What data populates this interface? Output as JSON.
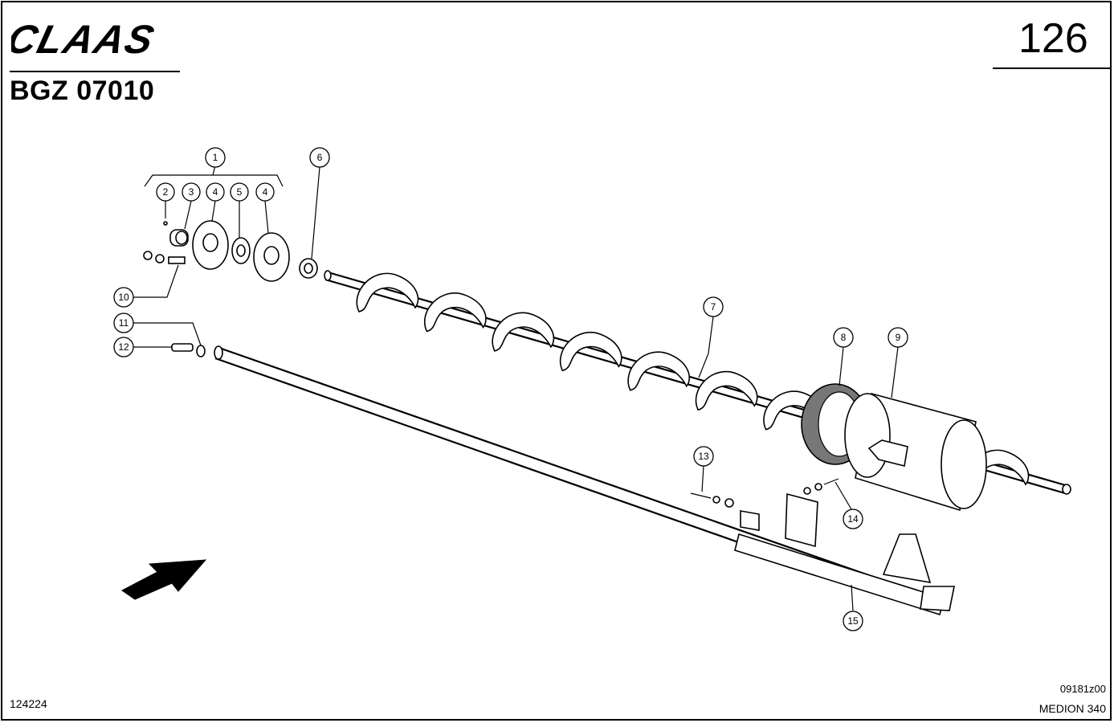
{
  "header": {
    "brand": "CLAAS",
    "doc_code": "BGZ 07010",
    "page_number": "126"
  },
  "footer": {
    "left_code": "124224",
    "drawing_code": "09181z00",
    "model": "MEDION 340"
  },
  "callouts": [
    "1",
    "2",
    "3",
    "4",
    "5",
    "4",
    "6",
    "7",
    "8",
    "9",
    "10",
    "11",
    "12",
    "13",
    "14",
    "15"
  ]
}
